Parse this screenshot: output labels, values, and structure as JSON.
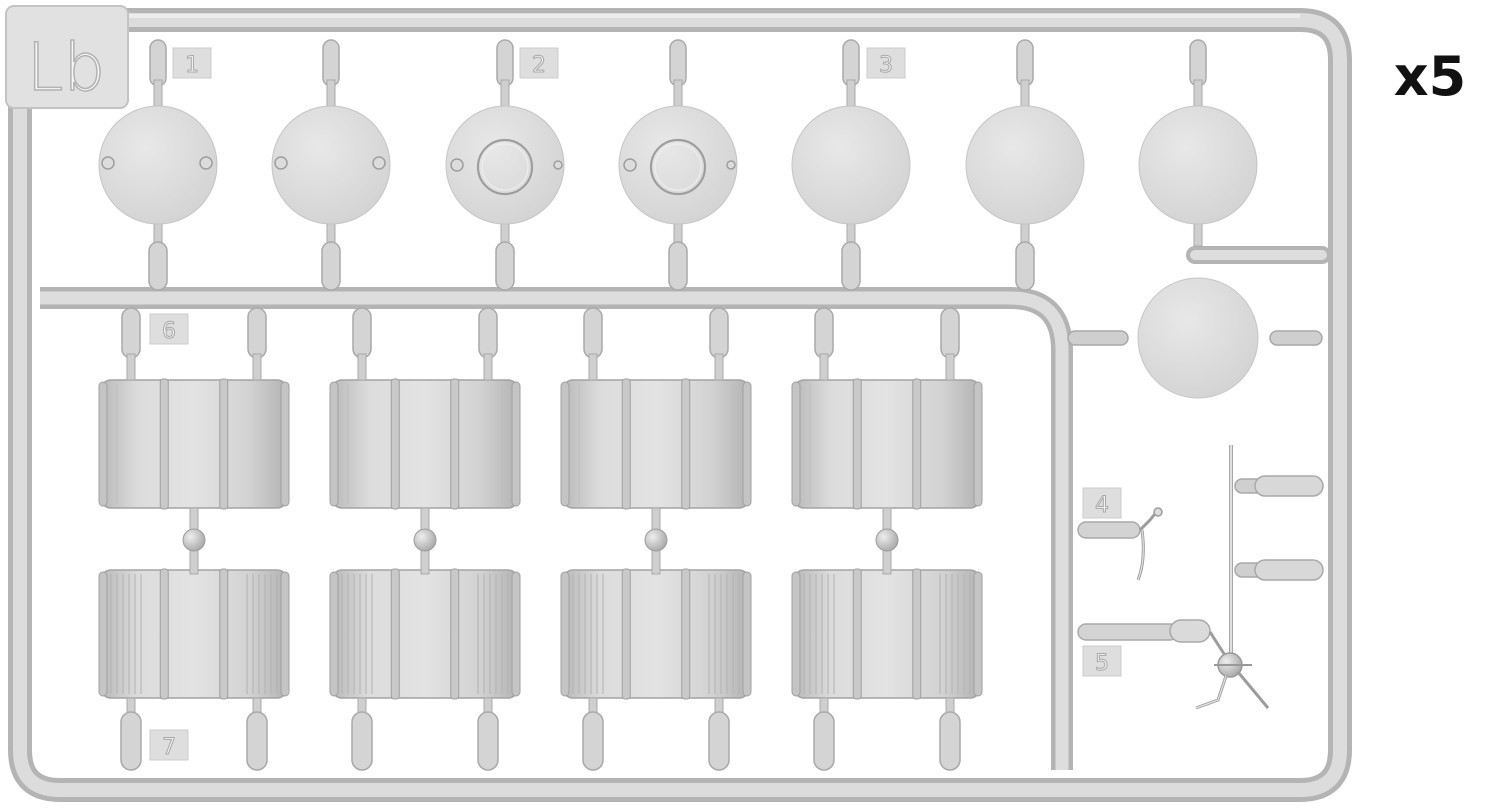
{
  "sprue": {
    "label": "Lb",
    "quantity": "x5",
    "colors": {
      "plastic": "#d6d6d6",
      "plastic_light": "#e2e2e2",
      "plastic_dark": "#b6b6b6",
      "outline": "#a9a9a9",
      "background": "#ffffff",
      "text_dark": "#111111"
    }
  },
  "parts": {
    "numbers": [
      "1",
      "2",
      "3",
      "4",
      "5",
      "6",
      "7"
    ]
  }
}
